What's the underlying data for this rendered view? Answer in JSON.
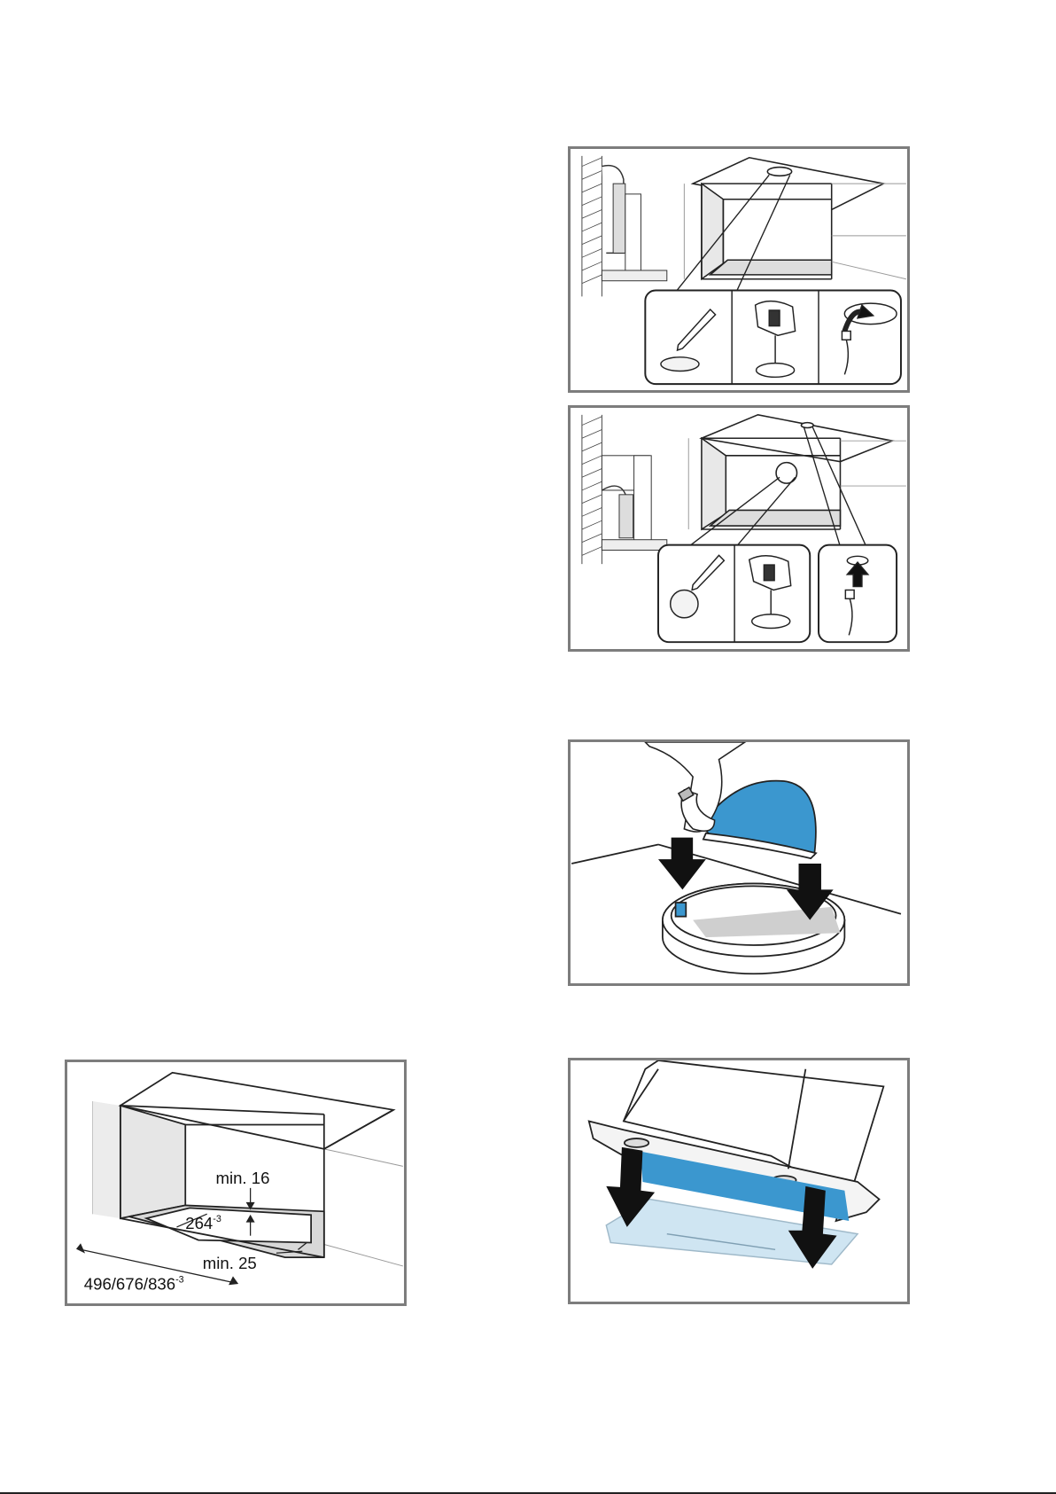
{
  "figures": [
    {
      "id": "fig-cutout-ducting-top",
      "icons": [
        "pencil-icon",
        "jigsaw-icon",
        "power-plug-icon"
      ]
    },
    {
      "id": "fig-cutout-ducting-rear",
      "icons": [
        "pencil-icon",
        "jigsaw-icon",
        "power-plug-icon"
      ]
    },
    {
      "id": "fig-insert-flap"
    },
    {
      "id": "fig-cutout-dimensions",
      "dimensions": {
        "min_top": "min. 16",
        "depth_base": "264",
        "depth_tol": "-3",
        "min_side": "min. 25",
        "width_base": "496/676/836",
        "width_tol": "-3"
      }
    },
    {
      "id": "fig-remove-filter"
    }
  ],
  "colors": {
    "accent_blue": "#3b97cf",
    "light_blue": "#cfe5f2",
    "frame_gray": "#7d7d7d",
    "wall_gray": "#e4e4e4"
  }
}
